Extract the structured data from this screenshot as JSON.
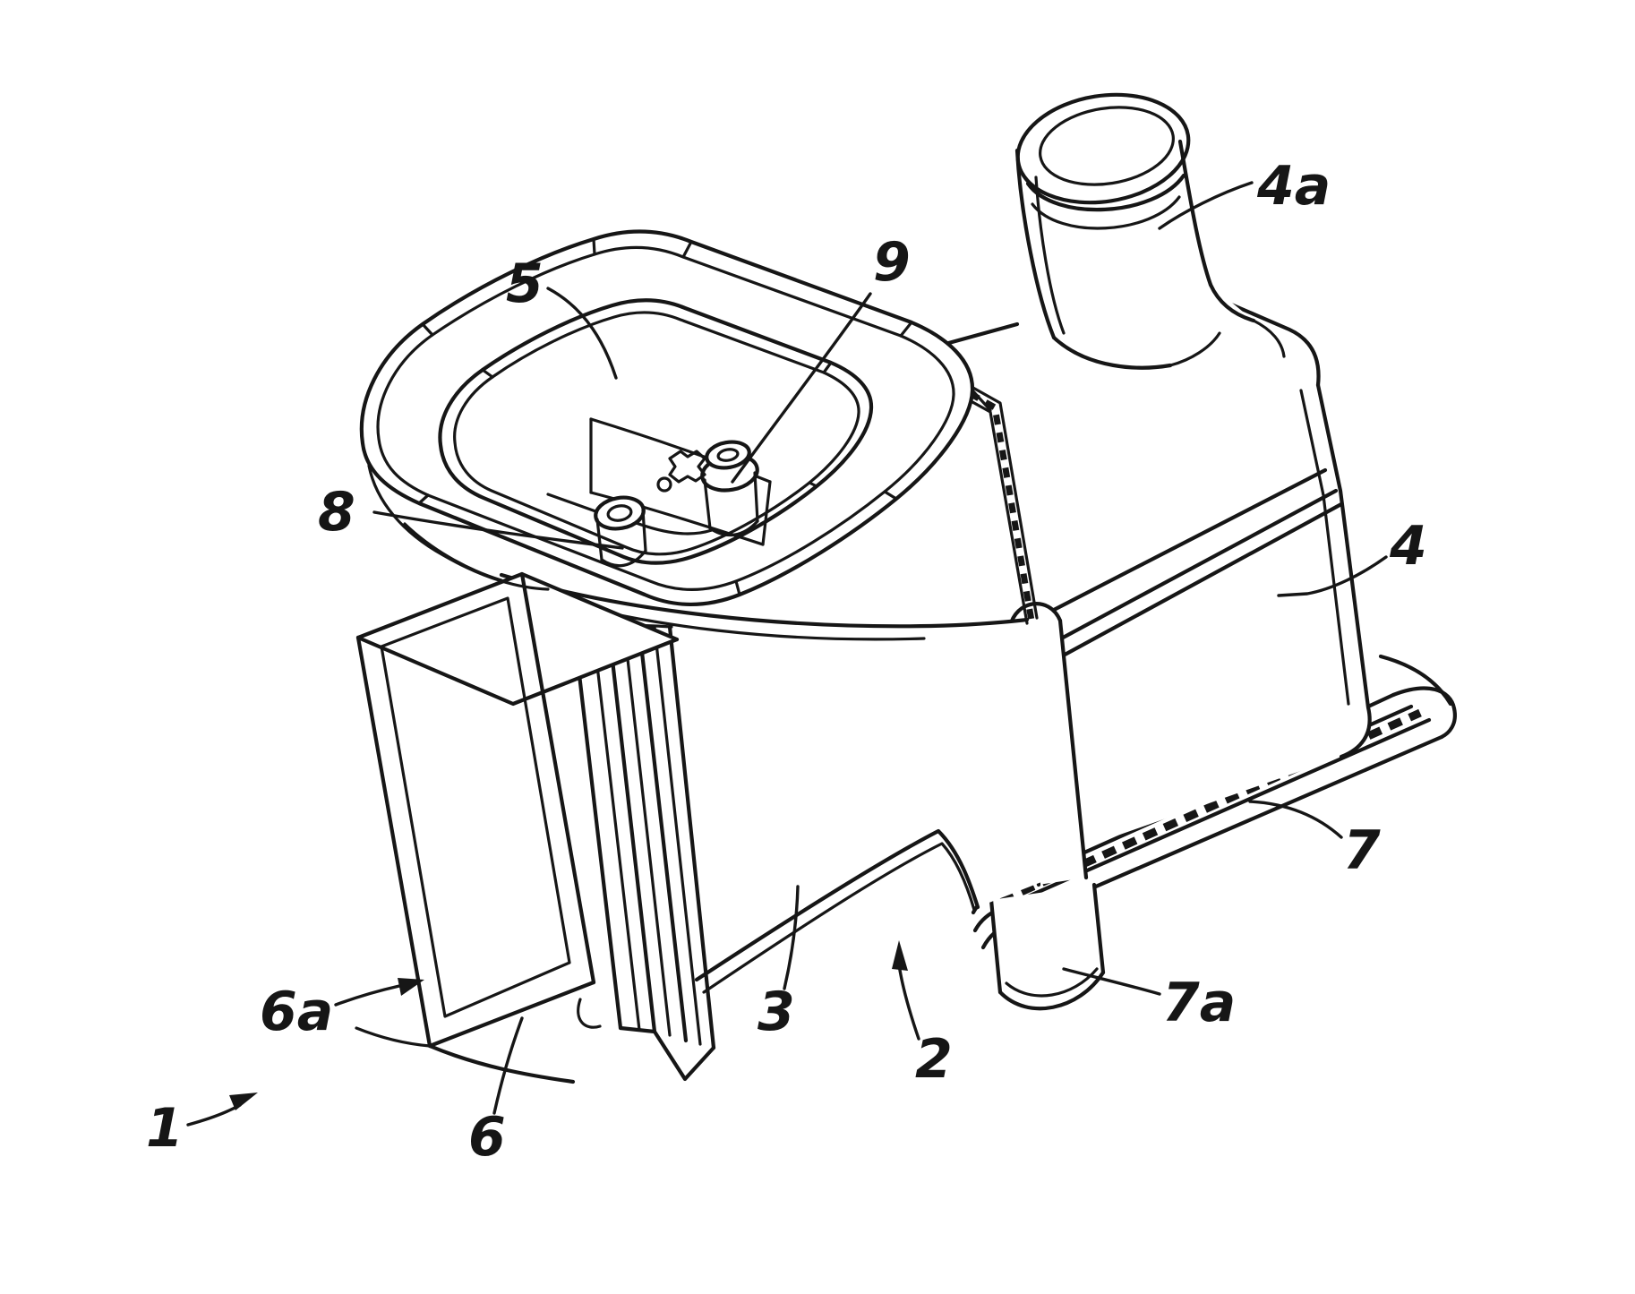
{
  "figure": {
    "kind": "patent-line-drawing",
    "background_color": "#ffffff",
    "line_color": "#161616"
  },
  "labels": {
    "n1": "1",
    "n2": "2",
    "n3": "3",
    "n4": "4",
    "n4a": "4a",
    "n5": "5",
    "n6": "6",
    "n6a": "6a",
    "n7": "7",
    "n7a": "7a",
    "n8": "8",
    "n9": "9"
  }
}
